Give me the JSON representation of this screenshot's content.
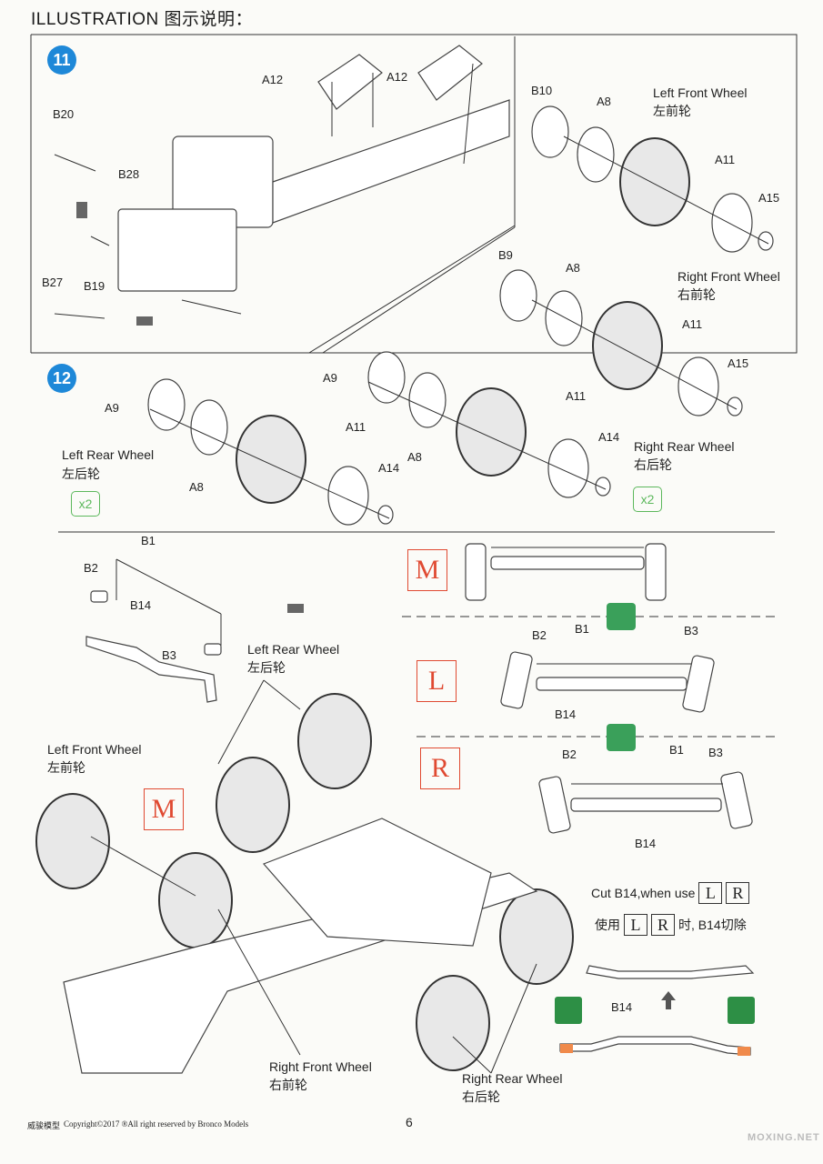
{
  "header": {
    "title": "ILLUSTRATION 图示说明："
  },
  "step11": {
    "number": "11",
    "labels": {
      "a12_1": "A12",
      "a12_2": "A12",
      "b20": "B20",
      "b28": "B28",
      "b27": "B27",
      "b19": "B19",
      "b10": "B10",
      "a8": "A8",
      "a11": "A11",
      "a15": "A15",
      "b9": "B9",
      "a8b": "A8",
      "a11b": "A11",
      "a15b": "A15"
    },
    "left_front": {
      "en": "Left Front Wheel",
      "cn": "左前轮"
    },
    "right_front": {
      "en": "Right Front Wheel",
      "cn": "右前轮"
    }
  },
  "step12": {
    "number": "12",
    "labels": {
      "a9": "A9",
      "a8": "A8",
      "a11": "A11",
      "a14": "A14",
      "a9b": "A9",
      "a8b": "A8",
      "a11b": "A11",
      "a14b": "A14"
    },
    "left_rear": {
      "en": "Left Rear Wheel",
      "cn": "左后轮",
      "count": "x2"
    },
    "right_rear": {
      "en": "Right Rear Wheel",
      "cn": "右后轮",
      "count": "x2"
    }
  },
  "steering": {
    "labels": {
      "b1": "B1",
      "b2": "B2",
      "b14": "B14",
      "b3": "B3"
    },
    "left_rear": {
      "en": "Left Rear Wheel",
      "cn": "左后轮"
    },
    "left_front": {
      "en": "Left Front Wheel",
      "cn": "左前轮"
    },
    "right_front": {
      "en": "Right Front Wheel",
      "cn": "右前轮"
    },
    "right_rear": {
      "en": "Right Rear Wheel",
      "cn": "右后轮"
    },
    "box_m_main": "M"
  },
  "variants": {
    "m": {
      "box": "M"
    },
    "l": {
      "box": "L",
      "b2": "B2",
      "b1": "B1",
      "b3": "B3",
      "b14": "B14"
    },
    "r": {
      "box": "R",
      "b2": "B2",
      "b1": "B1",
      "b3": "B3",
      "b14": "B14"
    },
    "cut_en": "Cut B14,when use",
    "cut_cn_prefix": "使用",
    "cut_cn_suffix": "时, B14切除",
    "box_l": "L",
    "box_r": "R",
    "b14": "B14"
  },
  "footer": {
    "brand": "威骏模型",
    "copyright": "Copyright©2017 ®All right reserved by Bronco Models",
    "page": "6",
    "watermark": "MOXING.NET"
  },
  "colors": {
    "step_blue": "#1e88d8",
    "accent_red": "#e04a32",
    "count_green": "#5cb85c"
  }
}
